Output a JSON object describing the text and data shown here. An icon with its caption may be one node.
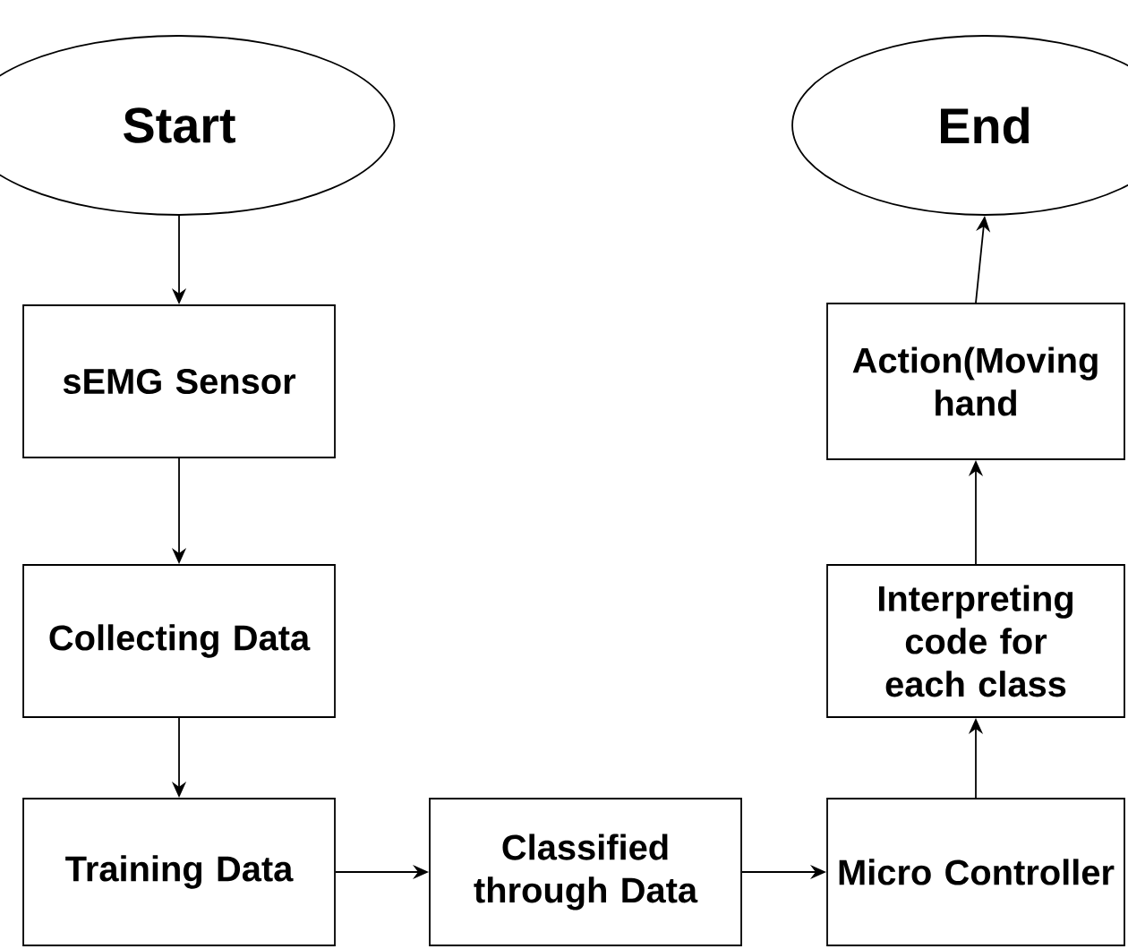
{
  "diagram": {
    "nodes": [
      {
        "text": [
          "Start"
        ]
      },
      {
        "text": [
          "sEMG Sensor"
        ]
      },
      {
        "text": [
          "Collecting Data"
        ]
      },
      {
        "text": [
          "Training Data"
        ]
      },
      {
        "text": [
          "Classified through Data"
        ]
      },
      {
        "text": [
          "Micro Controller"
        ]
      },
      {
        "text": [
          "Interpreting code for each class"
        ]
      },
      {
        "text": [
          "Action(Moving hand"
        ]
      },
      {
        "text": [
          "End"
        ]
      }
    ],
    "edges": [
      {
        "from": 0,
        "to": 1,
        "arrow": "to"
      },
      {
        "from": 1,
        "to": 2,
        "arrow": "to"
      },
      {
        "from": 2,
        "to": 3,
        "arrow": "to"
      },
      {
        "from": 3,
        "to": 4,
        "arrow": "to"
      },
      {
        "from": 4,
        "to": 5,
        "arrow": "to"
      },
      {
        "from": 5,
        "to": 6,
        "arrow": "to"
      },
      {
        "from": 6,
        "to": 7,
        "arrow": "to"
      },
      {
        "from": 7,
        "to": 8,
        "arrow": "to"
      }
    ]
  }
}
